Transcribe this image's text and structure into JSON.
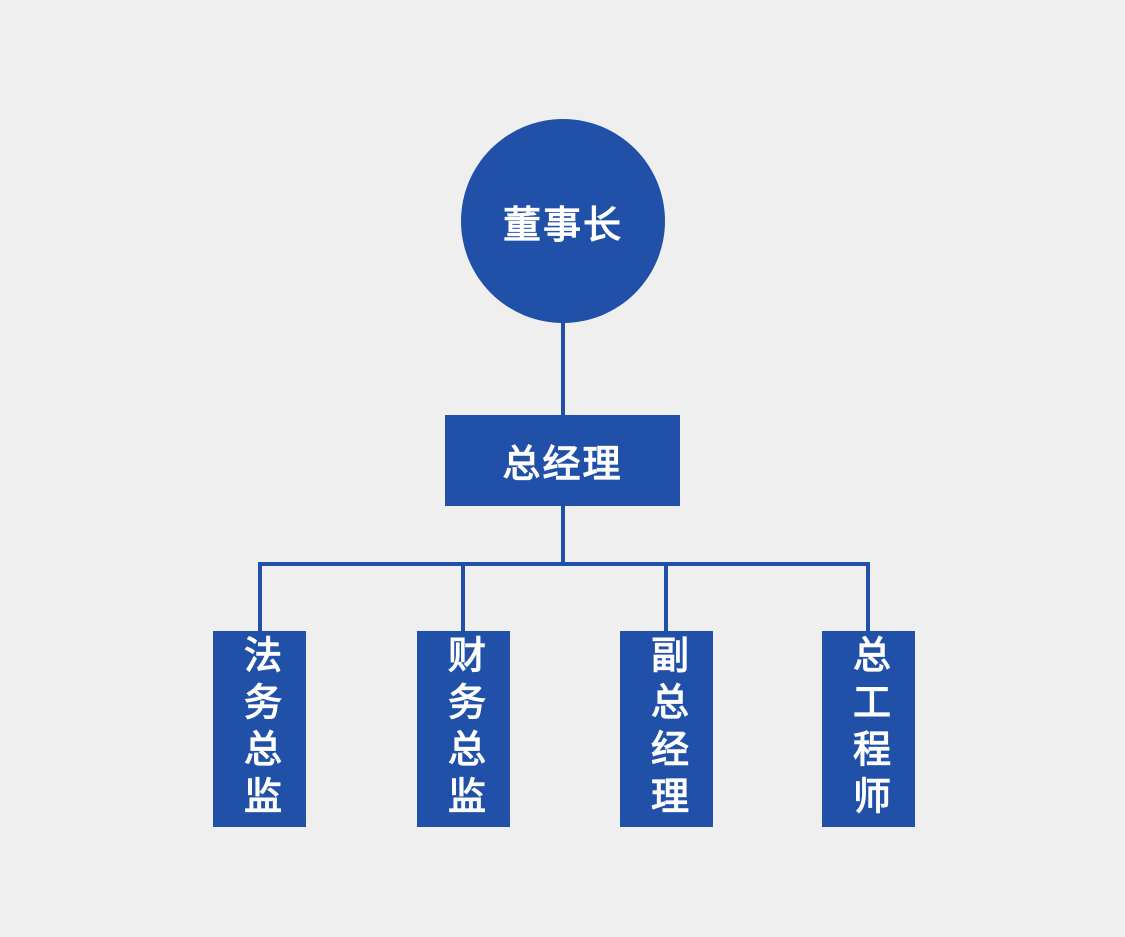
{
  "theme": {
    "background": "#eeefee",
    "node_fill": "#2150a8",
    "connector": "#2150a8",
    "text": "#ffffff"
  },
  "org_chart": {
    "root": {
      "label": "董事长",
      "shape": "circle"
    },
    "manager": {
      "label": "总经理",
      "shape": "rect"
    },
    "departments": [
      {
        "label": "法务总监",
        "shape": "vertical-rect"
      },
      {
        "label": "财务总监",
        "shape": "vertical-rect"
      },
      {
        "label": "副总经理",
        "shape": "vertical-rect"
      },
      {
        "label": "总工程师",
        "shape": "vertical-rect"
      }
    ]
  }
}
